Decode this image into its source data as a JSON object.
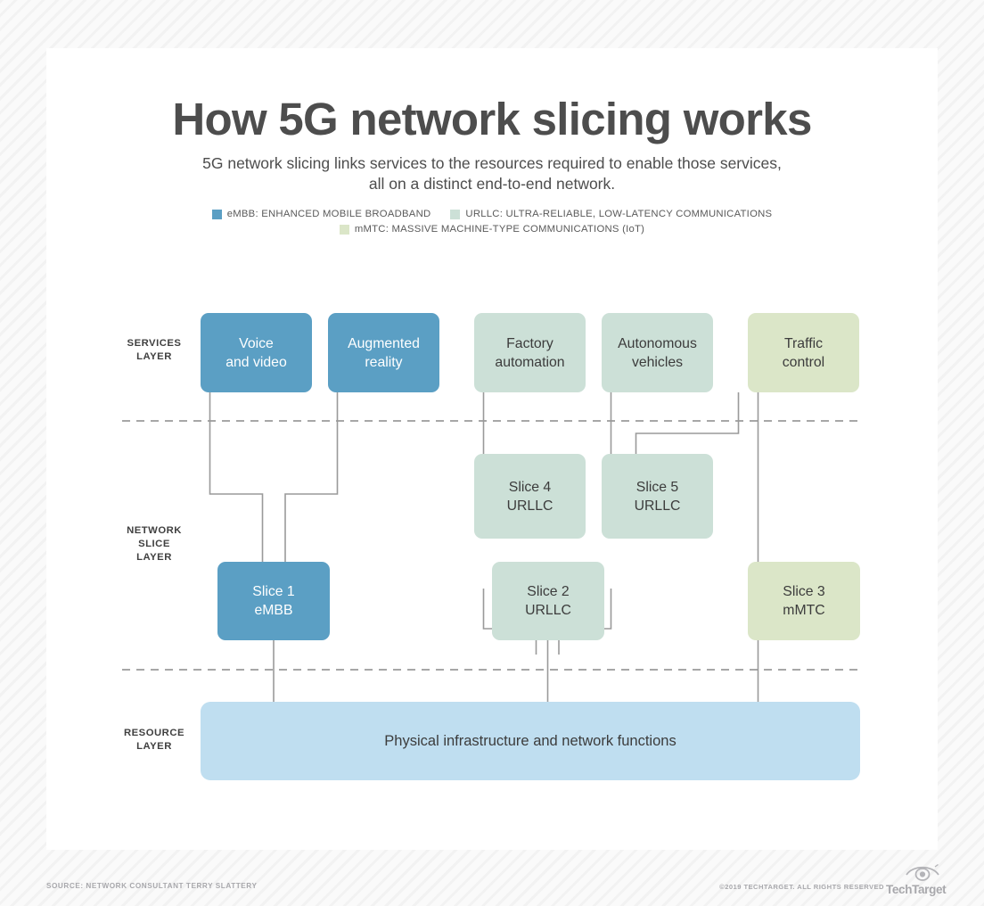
{
  "header": {
    "title": "How 5G network slicing works",
    "subtitle_line1": "5G network slicing links services to the resources required to enable those services,",
    "subtitle_line2": "all on a distinct end-to-end network."
  },
  "legend": {
    "rows": [
      [
        {
          "label": "eMBB: ENHANCED MOBILE BROADBAND",
          "color": "#5b9fc4"
        },
        {
          "label": "URLLC: ULTRA-RELIABLE, LOW-LATENCY COMMUNICATIONS",
          "color": "#cce0d7"
        }
      ],
      [
        {
          "label": "mMTC: MASSIVE MACHINE-TYPE COMMUNICATIONS (IoT)",
          "color": "#dbe6c8"
        }
      ]
    ]
  },
  "layers": [
    {
      "name": "services",
      "label_line1": "SERVICES",
      "label_line2": "LAYER",
      "label_line3": ""
    },
    {
      "name": "network-slice",
      "label_line1": "NETWORK",
      "label_line2": "SLICE",
      "label_line3": "LAYER"
    },
    {
      "name": "resource",
      "label_line1": "RESOURCE",
      "label_line2": "LAYER",
      "label_line3": ""
    }
  ],
  "services": [
    {
      "id": "voice-and-video",
      "line1": "Voice",
      "line2": "and video",
      "color": "#5b9fc4",
      "text": "light",
      "category": "eMBB"
    },
    {
      "id": "augmented-reality",
      "line1": "Augmented",
      "line2": "reality",
      "color": "#5b9fc4",
      "text": "light",
      "category": "eMBB"
    },
    {
      "id": "factory-automation",
      "line1": "Factory",
      "line2": "automation",
      "color": "#cce0d7",
      "text": "dark",
      "category": "URLLC"
    },
    {
      "id": "autonomous-vehicles",
      "line1": "Autonomous",
      "line2": "vehicles",
      "color": "#cce0d7",
      "text": "dark",
      "category": "URLLC"
    },
    {
      "id": "traffic-control",
      "line1": "Traffic",
      "line2": "control",
      "color": "#dbe6c8",
      "text": "dark",
      "category": "mMTC"
    }
  ],
  "slices_upper": [
    {
      "id": "slice-4",
      "line1": "Slice 4",
      "line2": "URLLC",
      "color": "#cce0d7",
      "text": "dark"
    },
    {
      "id": "slice-5",
      "line1": "Slice 5",
      "line2": "URLLC",
      "color": "#cce0d7",
      "text": "dark"
    }
  ],
  "slices_lower": [
    {
      "id": "slice-1",
      "line1": "Slice 1",
      "line2": "eMBB",
      "color": "#5b9fc4",
      "text": "light"
    },
    {
      "id": "slice-2",
      "line1": "Slice 2",
      "line2": "URLLC",
      "color": "#cce0d7",
      "text": "dark"
    },
    {
      "id": "slice-3",
      "line1": "Slice 3",
      "line2": "mMTC",
      "color": "#dbe6c8",
      "text": "dark"
    }
  ],
  "resource": {
    "label": "Physical infrastructure and network functions",
    "color": "#bfdef0"
  },
  "connections": [
    {
      "from": "voice-and-video",
      "to": "slice-1"
    },
    {
      "from": "augmented-reality",
      "to": "slice-1"
    },
    {
      "from": "factory-automation",
      "to": "slice-4"
    },
    {
      "from": "autonomous-vehicles",
      "to": "slice-5"
    },
    {
      "from": "traffic-control",
      "to": "slice-5"
    },
    {
      "from": "traffic-control",
      "to": "slice-3"
    },
    {
      "from": "slice-4",
      "to": "slice-2"
    },
    {
      "from": "slice-5",
      "to": "slice-2"
    },
    {
      "from": "slice-1",
      "to": "resource"
    },
    {
      "from": "slice-2",
      "to": "resource"
    },
    {
      "from": "slice-3",
      "to": "resource"
    }
  ],
  "footer": {
    "source": "SOURCE: NETWORK CONSULTANT TERRY SLATTERY",
    "copyright": "©2019 TECHTARGET. ALL RIGHTS RESERVED",
    "brand": "TechTarget"
  }
}
